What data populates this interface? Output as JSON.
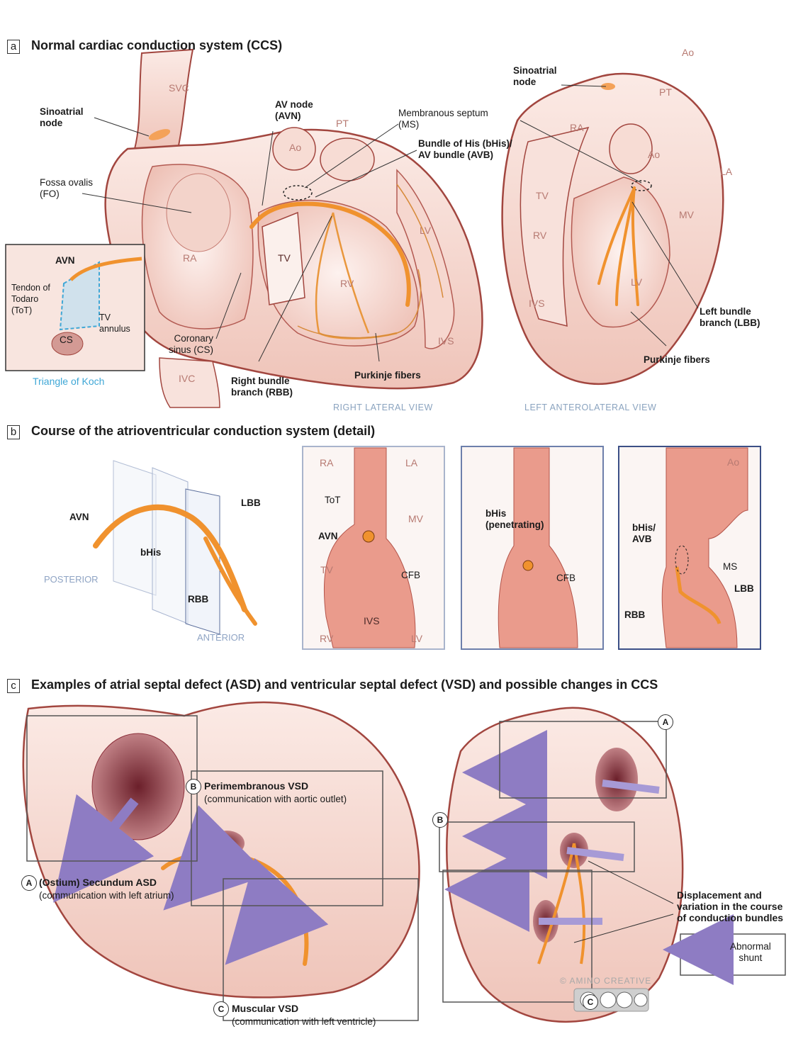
{
  "panel_a": {
    "tag": "a",
    "title": "Normal cardiac conduction system (CCS)",
    "views": {
      "right": "RIGHT LATERAL VIEW",
      "left": "LEFT ANTEROLATERAL VIEW"
    },
    "labels": {
      "sa_node": "Sinoatrial\nnode",
      "fossa": "Fossa ovalis\n(FO)",
      "av_node": "AV node\n(AVN)",
      "ms": "Membranous septum\n(MS)",
      "bhis": "Bundle of His (bHis)/\nAV bundle (AVB)",
      "coronary_sinus": "Coronary\nsinus (CS)",
      "rbb": "Right bundle\nbranch (RBB)",
      "purkinje": "Purkinje fibers",
      "sa_node_2": "Sinoatrial\nnode",
      "lbb": "Left bundle\nbranch (LBB)",
      "purkinje_2": "Purkinje fibers"
    },
    "anatomy": {
      "svc": "SVC",
      "pt": "PT",
      "ao": "Ao",
      "ra": "RA",
      "tv": "TV",
      "rv": "RV",
      "lv": "LV",
      "ivs": "IVS",
      "ivc": "IVC",
      "ao2": "Ao",
      "pt2": "PT",
      "ra2": "RA",
      "ao3": "Ao",
      "la2": "LA",
      "tv2": "TV",
      "rv2": "RV",
      "mv2": "MV",
      "lv2": "LV",
      "ivs2": "IVS"
    },
    "inset": {
      "avn": "AVN",
      "tot": "Tendon of\nTodaro\n(ToT)",
      "tv": "TV\nannulus",
      "cs": "CS",
      "caption": "Triangle of Koch"
    }
  },
  "panel_b": {
    "tag": "b",
    "title": "Course of the atrioventricular conduction system (detail)",
    "schematic": {
      "avn": "AVN",
      "bhis": "bHis",
      "lbb": "LBB",
      "rbb": "RBB",
      "posterior": "POSTERIOR",
      "anterior": "ANTERIOR"
    },
    "box1": {
      "ra": "RA",
      "la": "LA",
      "tot": "ToT",
      "avn": "AVN",
      "mv": "MV",
      "tv": "TV",
      "cfb": "CFB",
      "ivs": "IVS",
      "rv": "RV",
      "lv": "LV"
    },
    "box2": {
      "bhis": "bHis\n(penetrating)",
      "cfb": "CFB"
    },
    "box3": {
      "ao": "Ao",
      "bhis": "bHis/\nAVB",
      "ms": "MS",
      "lbb": "LBB",
      "rbb": "RBB"
    }
  },
  "panel_c": {
    "tag": "c",
    "title": "Examples of atrial septal defect (ASD) and ventricular septal defect (VSD) and possible changes in CCS",
    "items": {
      "a_letter": "A",
      "a_title": "(Ostium) Secundum ASD",
      "a_sub": "(communication with left atrium)",
      "b_letter": "B",
      "b_title": "Perimembranous VSD",
      "b_sub": "(communication with aortic outlet)",
      "c_letter": "C",
      "c_title": "Muscular VSD",
      "c_sub": "(communication with left ventricle)"
    },
    "right_letters": {
      "a": "A",
      "b": "B",
      "c": "C"
    },
    "displacement": "Displacement and\nvariation in the course\nof conduction bundles",
    "legend": "Abnormal\nshunt",
    "credit": "© AMINO CREATIVE"
  },
  "colors": {
    "tissue": "#f2cfc6",
    "outline": "#a2463f",
    "conduction": "#f0922e",
    "shunt": "#8e7cc3",
    "koch": "#3fa7d6"
  }
}
